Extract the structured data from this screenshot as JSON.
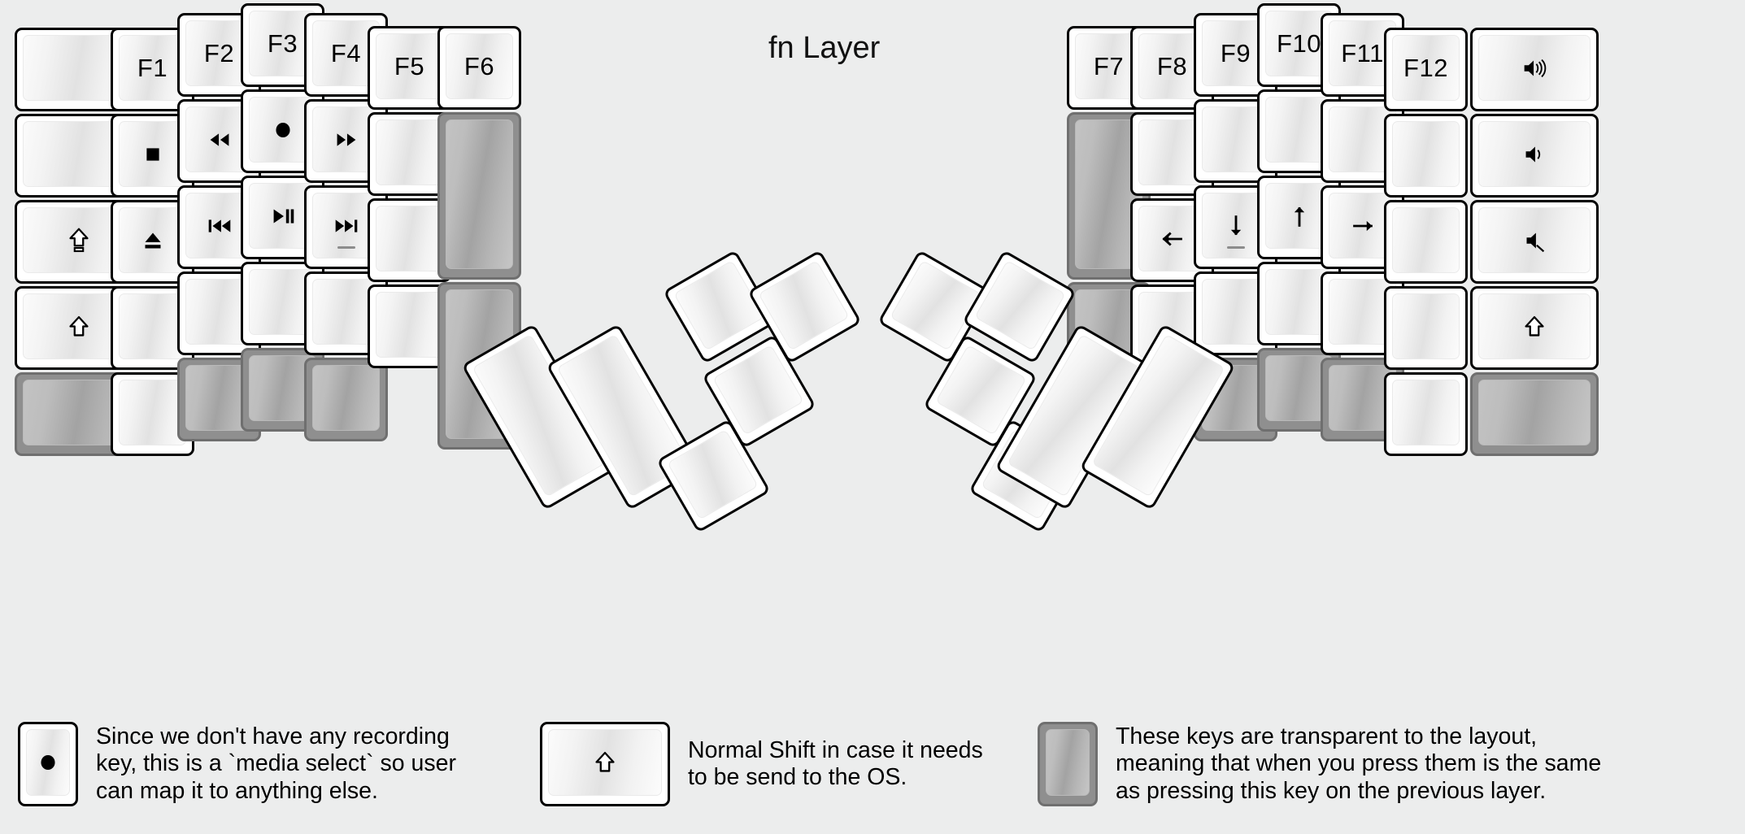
{
  "title": "fn Layer",
  "colors": {
    "background": "#eceded",
    "key_face": "#ffffff",
    "key_outline": "#000000",
    "transparent_key": "#8f8f8f",
    "transparent_key_cap": "#b5b5b5",
    "text": "#000000"
  },
  "left_half": {
    "columns": [
      {
        "name": "pinky-outer",
        "keys": [
          {
            "label": "",
            "icon": "blank",
            "type": "normal"
          },
          {
            "label": "",
            "icon": "blank",
            "type": "normal"
          },
          {
            "label": "",
            "icon": "caps-lock",
            "type": "normal"
          },
          {
            "label": "",
            "icon": "shift",
            "type": "normal"
          },
          {
            "label": "",
            "icon": "blank",
            "type": "transparent"
          }
        ]
      },
      {
        "name": "pinky",
        "keys": [
          {
            "label": "F1",
            "icon": "text",
            "type": "normal"
          },
          {
            "label": "",
            "icon": "media-stop",
            "type": "normal"
          },
          {
            "label": "",
            "icon": "media-eject",
            "type": "normal"
          },
          {
            "label": "",
            "icon": "blank",
            "type": "normal"
          },
          {
            "label": "",
            "icon": "blank",
            "type": "normal"
          }
        ]
      },
      {
        "name": "ring",
        "keys": [
          {
            "label": "F2",
            "icon": "text",
            "type": "normal"
          },
          {
            "label": "",
            "icon": "media-rewind",
            "type": "normal"
          },
          {
            "label": "",
            "icon": "media-prev-track",
            "type": "normal"
          },
          {
            "label": "",
            "icon": "blank",
            "type": "normal"
          },
          {
            "label": "",
            "icon": "blank",
            "type": "transparent"
          }
        ]
      },
      {
        "name": "middle",
        "keys": [
          {
            "label": "F3",
            "icon": "text",
            "type": "normal"
          },
          {
            "label": "",
            "icon": "media-record",
            "type": "normal"
          },
          {
            "label": "",
            "icon": "media-play-pause",
            "type": "normal"
          },
          {
            "label": "",
            "icon": "blank",
            "type": "normal"
          },
          {
            "label": "",
            "icon": "blank",
            "type": "transparent"
          }
        ]
      },
      {
        "name": "index",
        "keys": [
          {
            "label": "F4",
            "icon": "text",
            "type": "normal"
          },
          {
            "label": "",
            "icon": "media-fast-forward",
            "type": "normal"
          },
          {
            "label": "",
            "icon": "media-next-track",
            "type": "normal",
            "homing": true
          },
          {
            "label": "",
            "icon": "blank",
            "type": "normal"
          },
          {
            "label": "",
            "icon": "blank",
            "type": "transparent"
          }
        ]
      },
      {
        "name": "index-inner",
        "keys": [
          {
            "label": "F5",
            "icon": "text",
            "type": "normal"
          },
          {
            "label": "",
            "icon": "blank",
            "type": "normal"
          },
          {
            "label": "",
            "icon": "blank",
            "type": "normal"
          },
          {
            "label": "",
            "icon": "blank",
            "type": "normal"
          }
        ]
      },
      {
        "name": "inner",
        "keys": [
          {
            "label": "F6",
            "icon": "text",
            "type": "normal"
          },
          {
            "label": "",
            "icon": "blank",
            "type": "transparent",
            "size": "2u"
          },
          {
            "label": "",
            "icon": "blank",
            "type": "transparent",
            "size": "2u"
          }
        ]
      }
    ],
    "thumb_cluster": [
      {
        "label": "",
        "icon": "blank",
        "type": "normal",
        "size": "2u"
      },
      {
        "label": "",
        "icon": "blank",
        "type": "normal",
        "size": "2u"
      },
      {
        "label": "",
        "icon": "blank",
        "type": "normal",
        "size": "1u"
      },
      {
        "label": "",
        "icon": "blank",
        "type": "normal",
        "size": "1u"
      },
      {
        "label": "",
        "icon": "blank",
        "type": "normal",
        "size": "1u"
      },
      {
        "label": "",
        "icon": "blank",
        "type": "normal",
        "size": "1u"
      }
    ]
  },
  "right_half": {
    "columns": [
      {
        "name": "inner",
        "keys": [
          {
            "label": "F7",
            "icon": "text",
            "type": "normal"
          },
          {
            "label": "",
            "icon": "blank",
            "type": "transparent",
            "size": "2u"
          },
          {
            "label": "",
            "icon": "blank",
            "type": "transparent",
            "size": "2u"
          }
        ]
      },
      {
        "name": "index-inner",
        "keys": [
          {
            "label": "F8",
            "icon": "text",
            "type": "normal"
          },
          {
            "label": "",
            "icon": "blank",
            "type": "normal"
          },
          {
            "label": "",
            "icon": "arrow-left",
            "type": "normal"
          },
          {
            "label": "",
            "icon": "blank",
            "type": "normal"
          }
        ]
      },
      {
        "name": "index",
        "keys": [
          {
            "label": "F9",
            "icon": "text",
            "type": "normal"
          },
          {
            "label": "",
            "icon": "blank",
            "type": "normal"
          },
          {
            "label": "",
            "icon": "arrow-down",
            "type": "normal",
            "homing": true
          },
          {
            "label": "",
            "icon": "blank",
            "type": "normal"
          },
          {
            "label": "",
            "icon": "blank",
            "type": "transparent"
          }
        ]
      },
      {
        "name": "middle",
        "keys": [
          {
            "label": "F10",
            "icon": "text",
            "type": "normal"
          },
          {
            "label": "",
            "icon": "blank",
            "type": "normal"
          },
          {
            "label": "",
            "icon": "arrow-up",
            "type": "normal"
          },
          {
            "label": "",
            "icon": "blank",
            "type": "normal"
          },
          {
            "label": "",
            "icon": "blank",
            "type": "transparent"
          }
        ]
      },
      {
        "name": "ring",
        "keys": [
          {
            "label": "F11",
            "icon": "text",
            "type": "normal"
          },
          {
            "label": "",
            "icon": "blank",
            "type": "normal"
          },
          {
            "label": "",
            "icon": "arrow-right",
            "type": "normal"
          },
          {
            "label": "",
            "icon": "blank",
            "type": "normal"
          },
          {
            "label": "",
            "icon": "blank",
            "type": "transparent"
          }
        ]
      },
      {
        "name": "pinky",
        "keys": [
          {
            "label": "F12",
            "icon": "text",
            "type": "normal"
          },
          {
            "label": "",
            "icon": "blank",
            "type": "normal"
          },
          {
            "label": "",
            "icon": "blank",
            "type": "normal"
          },
          {
            "label": "",
            "icon": "blank",
            "type": "normal"
          },
          {
            "label": "",
            "icon": "blank",
            "type": "normal"
          }
        ]
      },
      {
        "name": "pinky-outer",
        "keys": [
          {
            "label": "",
            "icon": "volume-up",
            "type": "normal"
          },
          {
            "label": "",
            "icon": "volume-down",
            "type": "normal"
          },
          {
            "label": "",
            "icon": "volume-mute",
            "type": "normal"
          },
          {
            "label": "",
            "icon": "shift",
            "type": "normal"
          },
          {
            "label": "",
            "icon": "blank",
            "type": "transparent"
          }
        ]
      }
    ],
    "thumb_cluster": [
      {
        "label": "",
        "icon": "blank",
        "type": "normal",
        "size": "1u"
      },
      {
        "label": "",
        "icon": "blank",
        "type": "normal",
        "size": "1u"
      },
      {
        "label": "",
        "icon": "blank",
        "type": "normal",
        "size": "1u"
      },
      {
        "label": "",
        "icon": "blank",
        "type": "normal",
        "size": "1u"
      },
      {
        "label": "",
        "icon": "blank",
        "type": "normal",
        "size": "2u"
      },
      {
        "label": "",
        "icon": "blank",
        "type": "normal",
        "size": "2u"
      }
    ]
  },
  "legend": [
    {
      "icon": "media-record",
      "key_type": "normal",
      "text": "Since we don't have any recording\nkey, this is a `media select` so user\ncan map it to anything else."
    },
    {
      "icon": "shift",
      "key_type": "normal",
      "text": "Normal Shift in case it needs\nto be send to the OS."
    },
    {
      "icon": "blank",
      "key_type": "transparent",
      "text": "These keys are transparent to the layout,\nmeaning that when you press them is the same\nas pressing this key on the previous layer."
    }
  ]
}
